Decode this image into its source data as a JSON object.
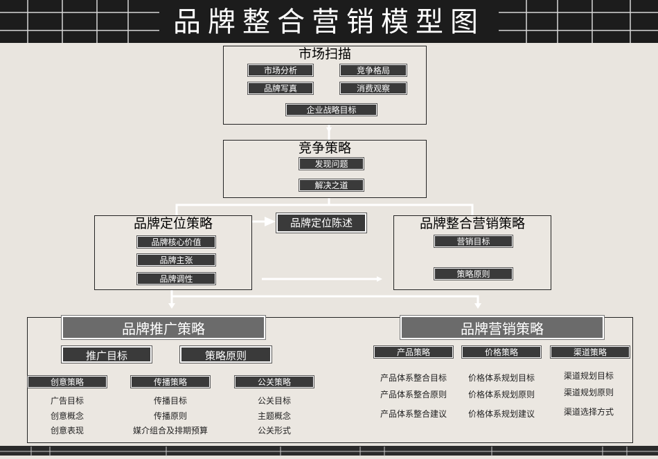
{
  "title": "品牌整合营销模型图",
  "market_scan": {
    "title": "市场扫描",
    "items": [
      "市场分析",
      "竞争格局",
      "品牌写真",
      "消费观察",
      "企业战略目标"
    ]
  },
  "competition": {
    "title": "竞争策略",
    "items": [
      "发现问题",
      "解决之道"
    ]
  },
  "positioning": {
    "title": "品牌定位策略",
    "items": [
      "品牌核心价值",
      "品牌主张",
      "品牌调性"
    ],
    "statement": "品牌定位陈述"
  },
  "integrated": {
    "title": "品牌整合营销策略",
    "items": [
      "营销目标",
      "策略原则"
    ]
  },
  "promotion": {
    "title": "品牌推广策略",
    "subs": [
      "推广目标",
      "策略原则"
    ],
    "columns": [
      {
        "head": "创意策略",
        "items": [
          "广告目标",
          "创意概念",
          "创意表现"
        ]
      },
      {
        "head": "传播策略",
        "items": [
          "传播目标",
          "传播原则",
          "媒介组合及排期预算"
        ]
      },
      {
        "head": "公关策略",
        "items": [
          "公关目标",
          "主题概念",
          "公关形式"
        ]
      }
    ]
  },
  "marketing": {
    "title": "品牌营销策略",
    "columns": [
      {
        "head": "产品策略",
        "items": [
          "产品体系整合目标",
          "产品体系整合原则",
          "产品体系整合建议"
        ]
      },
      {
        "head": "价格策略",
        "items": [
          "价格体系规划目标",
          "价格体系规划原则",
          "价格体系规划建议"
        ]
      },
      {
        "head": "渠道策略",
        "items": [
          "渠道规划目标",
          "渠道规划原则",
          "渠道选择方式"
        ]
      }
    ]
  }
}
